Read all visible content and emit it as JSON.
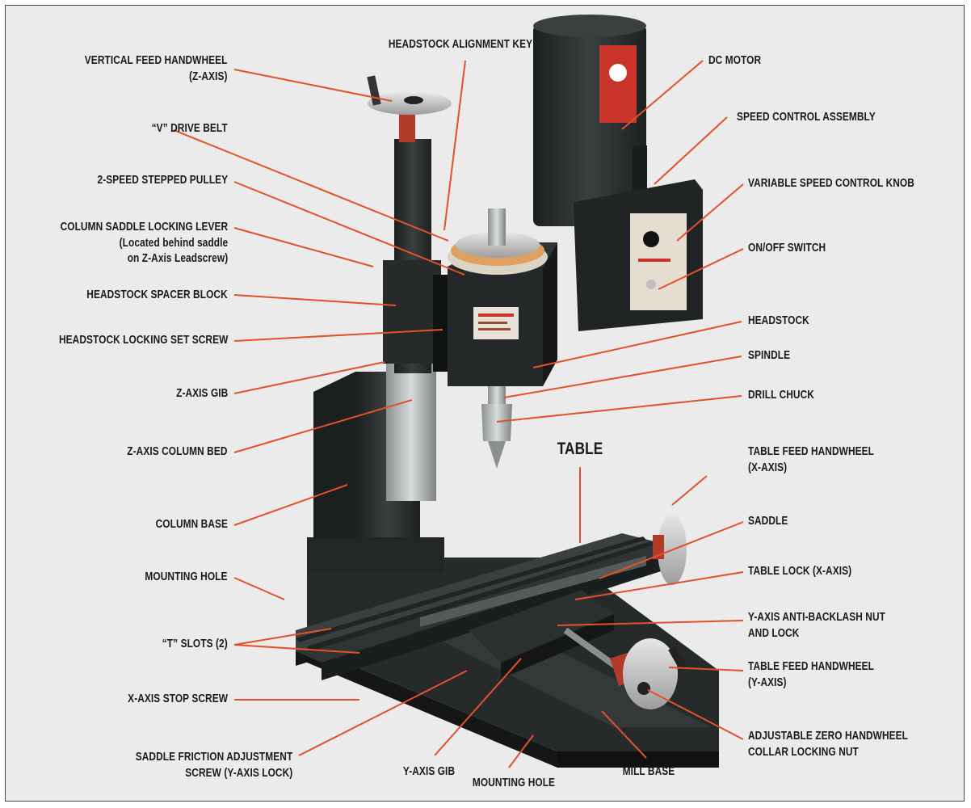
{
  "labels": {
    "headstock_alignment_key": "HEADSTOCK ALIGNMENT KEY",
    "vertical_feed_handwheel": [
      "VERTICAL FEED HANDWHEEL",
      "(Z-AXIS)"
    ],
    "v_drive_belt": "“V” DRIVE BELT",
    "two_speed_pulley": "2-SPEED STEPPED PULLEY",
    "column_saddle_locking_lever": [
      "COLUMN SADDLE LOCKING LEVER",
      "(Located behind saddle",
      "on Z-Axis Leadscrew)"
    ],
    "headstock_spacer_block": "HEADSTOCK SPACER BLOCK",
    "headstock_locking_set_screw": "HEADSTOCK LOCKING SET SCREW",
    "z_axis_gib": "Z-AXIS GIB",
    "z_axis_column_bed": "Z-AXIS COLUMN BED",
    "column_base": "COLUMN BASE",
    "mounting_hole_left": "MOUNTING HOLE",
    "t_slots": "“T” SLOTS (2)",
    "x_axis_stop_screw": "X-AXIS STOP SCREW",
    "saddle_friction_adjustment": [
      "SADDLE FRICTION ADJUSTMENT",
      "SCREW (Y-AXIS LOCK)"
    ],
    "y_axis_gib": "Y-AXIS GIB",
    "mounting_hole_bottom": "MOUNTING HOLE",
    "mill_base": "MILL BASE",
    "dc_motor": "DC MOTOR",
    "speed_control_assembly": "SPEED CONTROL ASSEMBLY",
    "variable_speed_control_knob": "VARIABLE SPEED CONTROL KNOB",
    "on_off_switch": "ON/OFF SWITCH",
    "headstock": "HEADSTOCK",
    "spindle": "SPINDLE",
    "drill_chuck": "DRILL CHUCK",
    "table": "TABLE",
    "table_feed_handwheel_x": [
      "TABLE FEED HANDWHEEL",
      "(X-AXIS)"
    ],
    "saddle": "SADDLE",
    "table_lock_x": "TABLE LOCK (X-AXIS)",
    "y_axis_anti_backlash": [
      "Y-AXIS ANTI-BACKLASH NUT",
      "AND LOCK"
    ],
    "table_feed_handwheel_y": [
      "TABLE FEED HANDWHEEL",
      "(Y-AXIS)"
    ],
    "adjustable_zero_collar": [
      "ADJUSTABLE ZERO HANDWHEEL",
      "COLLAR LOCKING NUT"
    ]
  },
  "colors": {
    "leader": "#e2512c",
    "background": "#ebebeb",
    "frame": "#4a4a4a",
    "label": "#1a1a1a",
    "machine": "#2b2f2e",
    "motor_label": "#c8332a"
  }
}
